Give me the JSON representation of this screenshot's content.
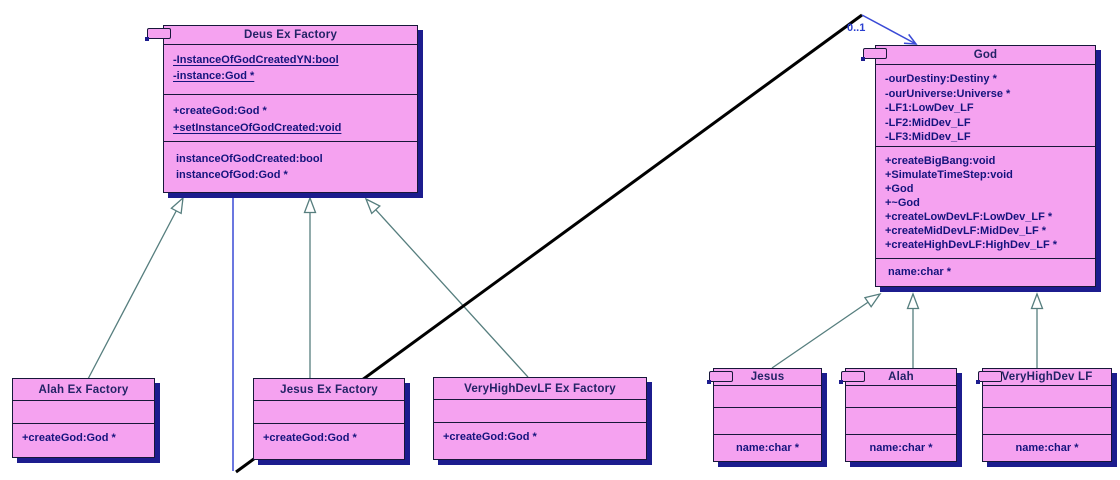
{
  "diagram": {
    "association": {
      "multiplicity_label": "0..1"
    },
    "colors": {
      "class_fill": "#f5a2f0",
      "class_border": "#17173a",
      "class_shadow": "#1c1c8e",
      "member_text": "#14147d",
      "title_text": "#232366",
      "inheritance_line": "#567e7e",
      "association_blue": "#3a4ad6",
      "selected_line_black": "#000000"
    },
    "classes": {
      "deus": {
        "title": "Deus Ex Factory",
        "attrs": [
          "-InstanceOfGodCreatedYN:bool",
          "-instance:God *"
        ],
        "methods": [
          "+createGod:God *",
          "+setInstanceOfGodCreated:void"
        ],
        "props": [
          "instanceOfGodCreated:bool",
          "instanceOfGod:God *"
        ]
      },
      "god": {
        "title": "God",
        "attrs": [
          "-ourDestiny:Destiny *",
          "-ourUniverse:Universe *",
          "-LF1:LowDev_LF",
          "-LF2:MidDev_LF",
          "-LF3:MidDev_LF"
        ],
        "methods": [
          "+createBigBang:void",
          "+SimulateTimeStep:void",
          "+God",
          "+~God",
          "+createLowDevLF:LowDev_LF *",
          "+createMidDevLF:MidDev_LF *",
          "+createHighDevLF:HighDev_LF *"
        ],
        "props": [
          "name:char *"
        ]
      },
      "alahFactory": {
        "title": "Alah Ex Factory",
        "methods": [
          "+createGod:God *"
        ]
      },
      "jesusFactory": {
        "title": "Jesus Ex Factory",
        "methods": [
          "+createGod:God *"
        ]
      },
      "vhdFactory": {
        "title": "VeryHighDevLF Ex Factory",
        "methods": [
          "+createGod:God *"
        ]
      },
      "jesus": {
        "title": "Jesus",
        "props": [
          "name:char *"
        ]
      },
      "alah": {
        "title": "Alah",
        "props": [
          "name:char *"
        ]
      },
      "vhd": {
        "title": "VeryHighDev LF",
        "props": [
          "name:char *"
        ]
      }
    }
  }
}
